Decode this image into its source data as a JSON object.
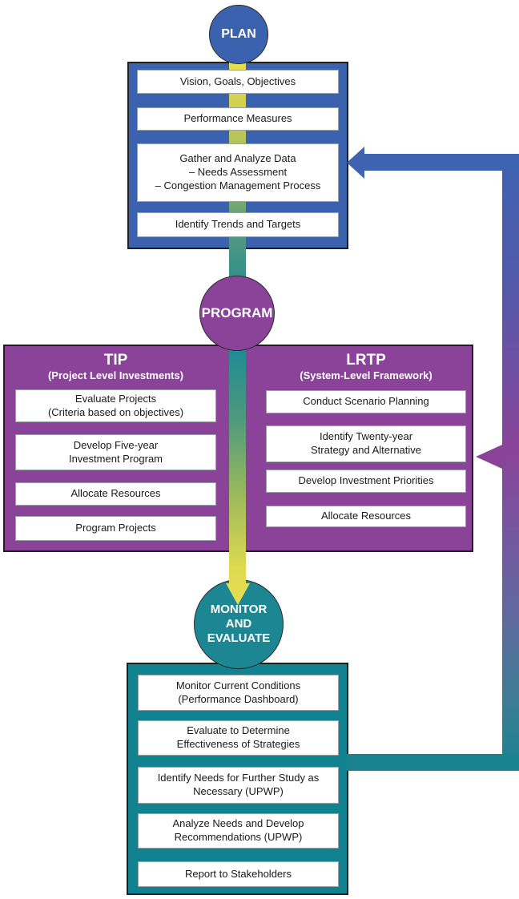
{
  "palette": {
    "plan_blue": "#3A62AE",
    "program_purple": "#8B4399",
    "monitor_teal": "#11828F",
    "monitor_circle_teal": "#1C8693",
    "connector_yellow": "#E8E04D",
    "connector_teal": "#1E8A94",
    "feedback_blue": "#3E63B0",
    "feedback_purple": "#8A4399",
    "feedback_teal": "#1A8290"
  },
  "plan": {
    "label": "PLAN",
    "items": [
      {
        "lines": [
          "Vision, Goals, Objectives"
        ]
      },
      {
        "lines": [
          "Performance Measures"
        ]
      },
      {
        "lines": [
          "Gather and Analyze Data",
          "– Needs Assessment",
          "– Congestion Management Process"
        ]
      },
      {
        "lines": [
          "Identify Trends and Targets"
        ]
      }
    ]
  },
  "program": {
    "label": "PROGRAM",
    "tip": {
      "title": "TIP",
      "subtitle": "(Project Level Investments)",
      "items": [
        {
          "lines": [
            "Evaluate Projects",
            "(Criteria based on objectives)"
          ]
        },
        {
          "lines": [
            "Develop Five-year",
            "Investment Program"
          ]
        },
        {
          "lines": [
            "Allocate Resources"
          ]
        },
        {
          "lines": [
            "Program Projects"
          ]
        }
      ]
    },
    "lrtp": {
      "title": "LRTP",
      "subtitle": "(System-Level Framework)",
      "items": [
        {
          "lines": [
            "Conduct Scenario Planning"
          ]
        },
        {
          "lines": [
            "Identify Twenty-year",
            "Strategy and Alternative"
          ]
        },
        {
          "lines": [
            "Develop Investment Priorities"
          ]
        },
        {
          "lines": [
            "Allocate Resources"
          ]
        }
      ]
    }
  },
  "monitor": {
    "label_lines": [
      "MONITOR",
      "AND",
      "EVALUATE"
    ],
    "items": [
      {
        "lines": [
          "Monitor Current Conditions",
          "(Performance Dashboard)"
        ]
      },
      {
        "lines": [
          "Evaluate to Determine",
          "Effectiveness of Strategies"
        ]
      },
      {
        "lines": [
          "Identify Needs for Further Study as",
          "Necessary (UPWP)"
        ]
      },
      {
        "lines": [
          "Analyze Needs and Develop",
          "Recommendations (UPWP)"
        ]
      },
      {
        "lines": [
          "Report to Stakeholders"
        ]
      }
    ]
  }
}
